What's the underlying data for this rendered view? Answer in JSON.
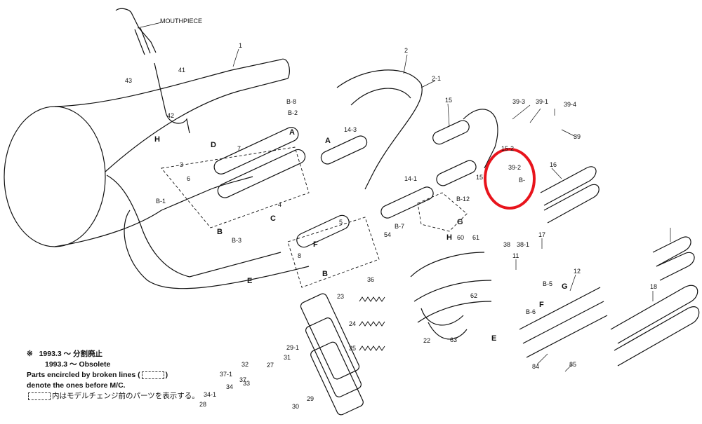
{
  "diagram": {
    "mouthpiece_label": "MOUTHPIECE",
    "part_numbers": [
      "1",
      "2",
      "2-1",
      "3",
      "4",
      "5",
      "6",
      "7",
      "8",
      "11",
      "12",
      "14-1",
      "14-3",
      "15",
      "15-2",
      "16",
      "17",
      "18",
      "22",
      "23",
      "24",
      "25",
      "27",
      "28",
      "29",
      "29-1",
      "30",
      "31",
      "32",
      "33",
      "34",
      "34-1",
      "36",
      "37",
      "37-1",
      "38",
      "38-1",
      "39",
      "39-1",
      "39-2",
      "39-3",
      "39-4",
      "41",
      "42",
      "43",
      "54",
      "60",
      "61",
      "62",
      "63",
      "84",
      "85",
      "B-1",
      "B-2",
      "B-3",
      "B-5",
      "B-6",
      "B-7",
      "B-8",
      "B-12",
      "B-"
    ],
    "letter_labels": [
      "A",
      "B",
      "C",
      "D",
      "E",
      "F",
      "G",
      "H"
    ],
    "highlight_label": "39-2"
  },
  "legend": {
    "mark": "※",
    "line1_jp": "1993.3 ～ 分割廃止",
    "line2_en": "1993.3 ～ Obsolete",
    "line3": "Parts encircled by broken lines (",
    "line3_end": ")",
    "line4": "denote the ones before M/C.",
    "line5_jp": "内はモデルチェンジ前のパーツを表示する。"
  },
  "colors": {
    "highlight": "#e8141c",
    "ink": "#111111"
  }
}
